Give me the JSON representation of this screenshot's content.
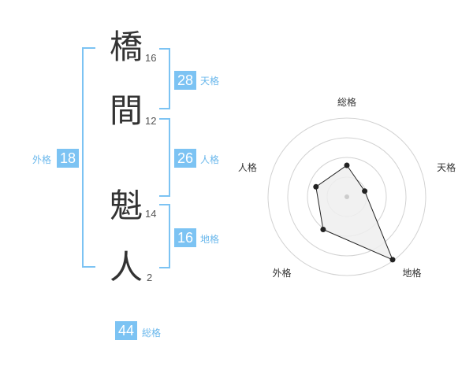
{
  "colors": {
    "accent": "#7cc3f3",
    "label": "#6bb8ec",
    "text": "#333333",
    "grid": "#d2d2d2",
    "radar_fill": "#efefef",
    "radar_stroke": "#222222"
  },
  "name": {
    "chars": [
      {
        "char": "橋",
        "strokes": "16"
      },
      {
        "char": "間",
        "strokes": "12"
      },
      {
        "char": "魁",
        "strokes": "14"
      },
      {
        "char": "人",
        "strokes": "2"
      }
    ]
  },
  "kaku": {
    "tenkaku": {
      "value": "28",
      "label": "天格"
    },
    "jinkaku": {
      "value": "26",
      "label": "人格"
    },
    "chikaku": {
      "value": "16",
      "label": "地格"
    },
    "gaikaku": {
      "value": "18",
      "label": "外格"
    },
    "soukaku": {
      "value": "44",
      "label": "総格"
    }
  },
  "chart_data": {
    "type": "radar",
    "axes": [
      "総格",
      "天格",
      "地格",
      "外格",
      "人格"
    ],
    "rings": 4,
    "max": 4,
    "values": [
      1.6,
      0.95,
      3.95,
      2.05,
      1.65
    ],
    "grid": true
  }
}
